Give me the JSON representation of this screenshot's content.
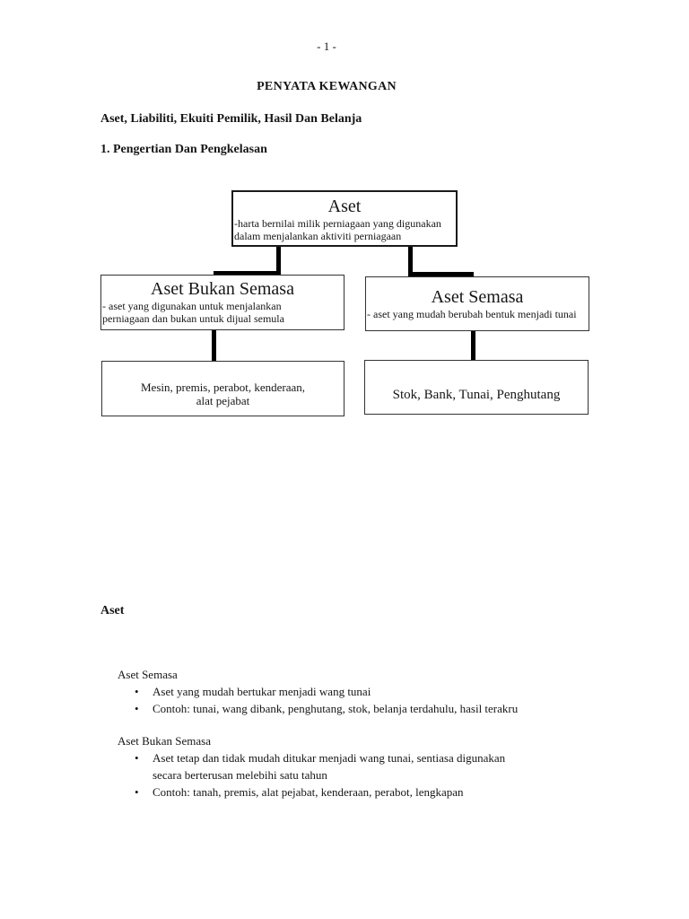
{
  "page": {
    "page_number": "- 1 -",
    "title": "PENYATA KEWANGAN",
    "subtitle": "Aset, Liabiliti, Ekuiti Pemilik, Hasil Dan Belanja",
    "section_heading": "1. Pengertian Dan Pengkelasan"
  },
  "diagram": {
    "root": {
      "title": "Aset",
      "lines": [
        "-harta bernilai milik perniagaan yang digunakan",
        "dalam menjalankan aktiviti perniagaan"
      ]
    },
    "left": {
      "title": "Aset Bukan Semasa",
      "lines": [
        "- aset yang digunakan untuk menjalankan",
        "perniagaan dan bukan untuk dijual semula"
      ]
    },
    "right": {
      "title": "Aset Semasa",
      "lines": [
        "- aset yang mudah berubah bentuk menjadi tunai"
      ]
    },
    "left_leaf": {
      "lines": [
        "Mesin, premis, perabot, kenderaan,",
        "alat pejabat"
      ]
    },
    "right_leaf": {
      "lines": [
        "Stok, Bank, Tunai, Penghutang"
      ]
    }
  },
  "body": {
    "heading": "Aset",
    "bullet_glyph": "•",
    "sections": [
      {
        "label": "Aset Semasa",
        "bullets": [
          {
            "lines": [
              "Aset yang mudah bertukar menjadi wang tunai"
            ]
          },
          {
            "lines": [
              "Contoh: tunai, wang dibank, penghutang, stok, belanja terdahulu, hasil terakru"
            ]
          }
        ]
      },
      {
        "label": "Aset Bukan Semasa",
        "bullets": [
          {
            "lines": [
              "Aset tetap dan tidak mudah ditukar menjadi wang tunai, sentiasa digunakan",
              "secara berterusan melebihi satu tahun"
            ]
          },
          {
            "lines": [
              "Contoh: tanah, premis, alat pejabat, kenderaan, perabot, lengkapan"
            ]
          }
        ]
      }
    ]
  },
  "colors": {
    "background": "#ffffff",
    "text": "#161616",
    "box_border": "#333333",
    "connector": "#000000"
  }
}
